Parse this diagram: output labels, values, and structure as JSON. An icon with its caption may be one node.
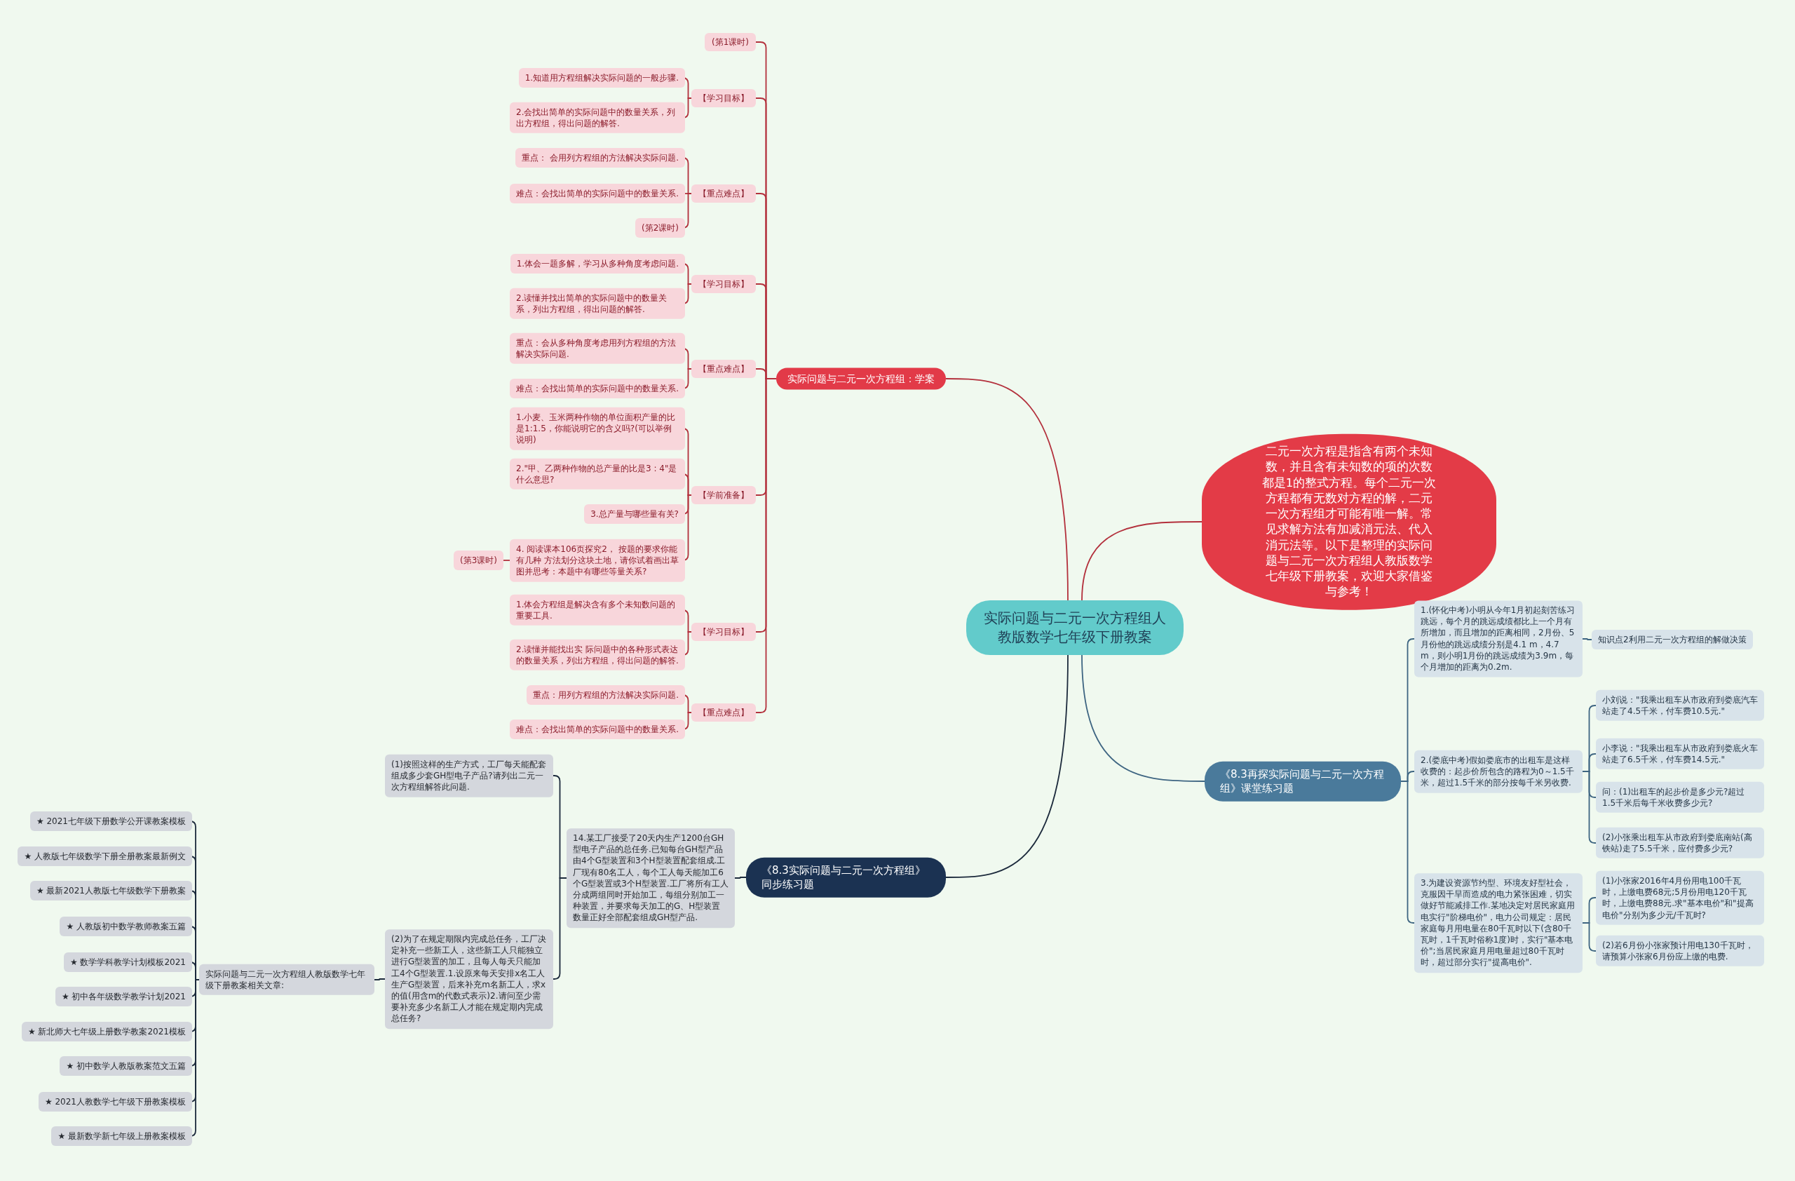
{
  "diagram": {
    "nodes": [
      {
        "text": [
          "实际问题与二元一次方程组人教版数学七年级下册教案"
        ]
      },
      {
        "text": [
          "实际问题与二元一次方程组：学案"
        ]
      },
      {
        "text": [
          "(第1课时)"
        ]
      },
      {
        "text": [
          "【学习目标】"
        ]
      },
      {
        "text": [
          "1.知道用方程组解决实际问题的一般步骤."
        ]
      },
      {
        "text": [
          "2.会找出简单的实际问题中的数量关系，列出方程组，得出问题的解答."
        ]
      },
      {
        "text": [
          "【重点难点】"
        ]
      },
      {
        "text": [
          "重点： 会用列方程组的方法解决实际问题."
        ]
      },
      {
        "text": [
          "难点：会找出简单的实际问题中的数量关系."
        ]
      },
      {
        "text": [
          "(第2课时)"
        ]
      },
      {
        "text": [
          "【学习目标】"
        ]
      },
      {
        "text": [
          "1.体会一题多解，学习从多种角度考虑问题."
        ]
      },
      {
        "text": [
          "2.读懂并找出简单的实际问题中的数量关系，列出方程组，得出问题的解答."
        ]
      },
      {
        "text": [
          "【重点难点】"
        ]
      },
      {
        "text": [
          "重点：会从多种角度考虑用列方程组的方法解决实际问题."
        ]
      },
      {
        "text": [
          "难点：会找出简单的实际问题中的数量关系."
        ]
      },
      {
        "text": [
          "【学前准备】"
        ]
      },
      {
        "text": [
          "1.小麦、玉米两种作物的单位面积产量的比是1:1.5，你能说明它的含义吗?(可以举例说明)"
        ]
      },
      {
        "text": [
          "2.\"甲、乙两种作物的总产量的比是3 : 4\"是什么意思?"
        ]
      },
      {
        "text": [
          "3.总产量与哪些量有关?"
        ]
      },
      {
        "text": [
          "4. 阅读课本106页探究2， 按题的要求你能有几种 方法划分这块土地，请你试着画出草图并思考：本题中有哪些等量关系?"
        ]
      },
      {
        "text": [
          "(第3课时)"
        ]
      },
      {
        "text": [
          "【学习目标】"
        ]
      },
      {
        "text": [
          "1.体会方程组是解决含有多个未知数问题的重要工具."
        ]
      },
      {
        "text": [
          "2.读懂并能找出实 际问题中的各种形式表达的数量关系，列出方程组，得出问题的解答."
        ]
      },
      {
        "text": [
          "【重点难点】"
        ]
      },
      {
        "text": [
          "重点：用列方程组的方法解决实际问题."
        ]
      },
      {
        "text": [
          "难点：会找出简单的实际问题中的数量关系."
        ]
      },
      {
        "text": [
          "二元一次方程是指含有两个未知数，并且含有未知数的项的次数都是1的整式方程。每个二元一次方程都有无数对方程的解，二元一次方程组才可能有唯一解。常见求解方法有加减消元法、代入消元法等。以下是整理的实际问题与二元一次方程组人教版数学七年级下册教案，欢迎大家借鉴与参考！"
        ]
      },
      {
        "text": [
          "《8.3再探实际问题与二元一次方程组》课堂练习题"
        ]
      },
      {
        "text": [
          "1.(怀化中考)小明从今年1月初起刻苦练习跳远，每个月的跳远成绩都比上一个月有所增加，而且增加的距离相同，2月份、5月份他的跳远成绩分别是4.1 m，4.7 m，则小明1月份的跳远成绩为3.9m，每个月增加的距离为0.2m."
        ]
      },
      {
        "text": [
          "知识点2利用二元一次方程组的解做决策"
        ]
      },
      {
        "text": [
          "2.(娄底中考)假如娄底市的出租车是这样收费的：起步价所包含的路程为0～1.5千米，超过1.5千米的部分按每千米另收费."
        ]
      },
      {
        "text": [
          "小刘说：\"我乘出租车从市政府到娄底汽车站走了4.5千米，付车费10.5元.\""
        ]
      },
      {
        "text": [
          "小李说：\"我乘出租车从市政府到娄底火车站走了6.5千米，付车费14.5元.\""
        ]
      },
      {
        "text": [
          "问：(1)出租车的起步价是多少元?超过1.5千米后每千米收费多少元?"
        ]
      },
      {
        "text": [
          "(2)小张乘出租车从市政府到娄底南站(高铁站)走了5.5千米，应付费多少元?"
        ]
      },
      {
        "text": [
          "3.为建设资源节约型、环境友好型社会，克服因干旱而造成的电力紧张困难，切实做好节能减排工作.某地决定对居民家庭用电实行\"阶梯电价\"，电力公司规定：居民家庭每月用电量在80千瓦时以下(含80千瓦时，1千瓦时俗称1度)时，实行\"基本电价\";当居民家庭月用电量超过80千瓦时时，超过部分实行\"提高电价\"."
        ]
      },
      {
        "text": [
          "(1)小张家2016年4月份用电100千瓦时，上缴电费68元;5月份用电120千瓦时，上缴电费88元.求\"基本电价\"和\"提高电价\"分别为多少元/千瓦时?"
        ]
      },
      {
        "text": [
          "(2)若6月份小张家预计用电130千瓦时，请预算小张家6月份应上缴的电费."
        ]
      },
      {
        "text": [
          "《8.3实际问题与二元一次方程组》同步练习题"
        ]
      },
      {
        "text": [
          "14.某工厂接受了20天内生产1200台GH型电子产品的总任务.已知每台GH型产品由4个G型装置和3个H型装置配套组成.工厂现有80名工人，每个工人每天能加工6个G型装置或3个H型装置.工厂将所有工人分成两组同时开始加工，每组分别加工一种装置，并要求每天加工的G、H型装置数量正好全部配套组成GH型产品."
        ]
      },
      {
        "text": [
          "(1)按照这样的生产方式，工厂每天能配套组成多少套GH型电子产品?请列出二元一次方程组解答此问题."
        ]
      },
      {
        "text": [
          "(2)为了在规定期限内完成总任务，工厂决定补充一些新工人，这些新工人只能独立进行G型装置的加工，且每人每天只能加工4个G型装置.1.设原来每天安排x名工人生产G型装置，后来补充m名新工人，求x的值(用含m的代数式表示)2.请问至少需要补充多少名新工人才能在规定期内完成总任务?"
        ]
      },
      {
        "text": [
          "实际问题与二元一次方程组人教版数学七年级下册教案相关文章:"
        ]
      },
      {
        "text": [
          "★ 2021七年级下册数学公开课教案模板"
        ]
      },
      {
        "text": [
          "★ 人教版七年级数学下册全册教案最新例文"
        ]
      },
      {
        "text": [
          "★ 最新2021人教版七年级数学下册教案"
        ]
      },
      {
        "text": [
          "★ 人教版初中数学教师教案五篇"
        ]
      },
      {
        "text": [
          "★ 数学学科教学计划模板2021"
        ]
      },
      {
        "text": [
          "★ 初中各年级数学教学计划2021"
        ]
      },
      {
        "text": [
          "★ 新北师大七年级上册数学教案2021模板"
        ]
      },
      {
        "text": [
          "★ 初中数学人教版教案范文五篇"
        ]
      },
      {
        "text": [
          "★ 2021人教数学七年级下册教案模板"
        ]
      },
      {
        "text": [
          "★ 最新数学新七年级上册教案模板"
        ]
      }
    ],
    "edges": [
      {
        "from": 0,
        "to": 1,
        "arrow": "none"
      },
      {
        "from": 1,
        "to": 2,
        "arrow": "none"
      },
      {
        "from": 1,
        "to": 3,
        "arrow": "none"
      },
      {
        "from": 3,
        "to": 4,
        "arrow": "none"
      },
      {
        "from": 3,
        "to": 5,
        "arrow": "none"
      },
      {
        "from": 1,
        "to": 6,
        "arrow": "none"
      },
      {
        "from": 6,
        "to": 7,
        "arrow": "none"
      },
      {
        "from": 6,
        "to": 8,
        "arrow": "none"
      },
      {
        "from": 6,
        "to": 9,
        "arrow": "none"
      },
      {
        "from": 1,
        "to": 10,
        "arrow": "none"
      },
      {
        "from": 10,
        "to": 11,
        "arrow": "none"
      },
      {
        "from": 10,
        "to": 12,
        "arrow": "none"
      },
      {
        "from": 1,
        "to": 13,
        "arrow": "none"
      },
      {
        "from": 13,
        "to": 14,
        "arrow": "none"
      },
      {
        "from": 13,
        "to": 15,
        "arrow": "none"
      },
      {
        "from": 1,
        "to": 16,
        "arrow": "none"
      },
      {
        "from": 16,
        "to": 17,
        "arrow": "none"
      },
      {
        "from": 16,
        "to": 18,
        "arrow": "none"
      },
      {
        "from": 16,
        "to": 19,
        "arrow": "none"
      },
      {
        "from": 16,
        "to": 20,
        "arrow": "none"
      },
      {
        "from": 20,
        "to": 21,
        "arrow": "none"
      },
      {
        "from": 1,
        "to": 22,
        "arrow": "none"
      },
      {
        "from": 22,
        "to": 23,
        "arrow": "none"
      },
      {
        "from": 22,
        "to": 24,
        "arrow": "none"
      },
      {
        "from": 1,
        "to": 25,
        "arrow": "none"
      },
      {
        "from": 25,
        "to": 26,
        "arrow": "none"
      },
      {
        "from": 25,
        "to": 27,
        "arrow": "none"
      },
      {
        "from": 0,
        "to": 28,
        "arrow": "none"
      },
      {
        "from": 0,
        "to": 29,
        "arrow": "none",
        "color": "#3e6582"
      },
      {
        "from": 29,
        "to": 30,
        "arrow": "none",
        "color": "#3e6582"
      },
      {
        "from": 30,
        "to": 31,
        "arrow": "none",
        "color": "#3e6582"
      },
      {
        "from": 29,
        "to": 32,
        "arrow": "none",
        "color": "#3e6582"
      },
      {
        "from": 32,
        "to": 33,
        "arrow": "none",
        "color": "#3e6582"
      },
      {
        "from": 32,
        "to": 34,
        "arrow": "none",
        "color": "#3e6582"
      },
      {
        "from": 32,
        "to": 35,
        "arrow": "none",
        "color": "#3e6582"
      },
      {
        "from": 32,
        "to": 36,
        "arrow": "none",
        "color": "#3e6582"
      },
      {
        "from": 29,
        "to": 37,
        "arrow": "none",
        "color": "#3e6582"
      },
      {
        "from": 37,
        "to": 38,
        "arrow": "none",
        "color": "#3e6582"
      },
      {
        "from": 37,
        "to": 39,
        "arrow": "none",
        "color": "#3e6582"
      },
      {
        "from": 0,
        "to": 40,
        "arrow": "none",
        "color": "#1c2a3c"
      },
      {
        "from": 40,
        "to": 41,
        "arrow": "none",
        "color": "#1c2a3c"
      },
      {
        "from": 41,
        "to": 42,
        "arrow": "none",
        "color": "#1c2a3c"
      },
      {
        "from": 41,
        "to": 43,
        "arrow": "none",
        "color": "#1c2a3c"
      },
      {
        "from": 43,
        "to": 44,
        "arrow": "none",
        "color": "#1c2a3c"
      },
      {
        "from": 44,
        "to": 45,
        "arrow": "none",
        "color": "#1c2a3c"
      },
      {
        "from": 44,
        "to": 46,
        "arrow": "none",
        "color": "#1c2a3c"
      },
      {
        "from": 44,
        "to": 47,
        "arrow": "none",
        "color": "#1c2a3c"
      },
      {
        "from": 44,
        "to": 48,
        "arrow": "none",
        "color": "#1c2a3c"
      },
      {
        "from": 44,
        "to": 49,
        "arrow": "none",
        "color": "#1c2a3c"
      },
      {
        "from": 44,
        "to": 50,
        "arrow": "none",
        "color": "#1c2a3c"
      },
      {
        "from": 44,
        "to": 51,
        "arrow": "none",
        "color": "#1c2a3c"
      },
      {
        "from": 44,
        "to": 52,
        "arrow": "none",
        "color": "#1c2a3c"
      },
      {
        "from": 44,
        "to": 53,
        "arrow": "none",
        "color": "#1c2a3c"
      },
      {
        "from": 44,
        "to": 54,
        "arrow": "none",
        "color": "#1c2a3c"
      }
    ]
  }
}
